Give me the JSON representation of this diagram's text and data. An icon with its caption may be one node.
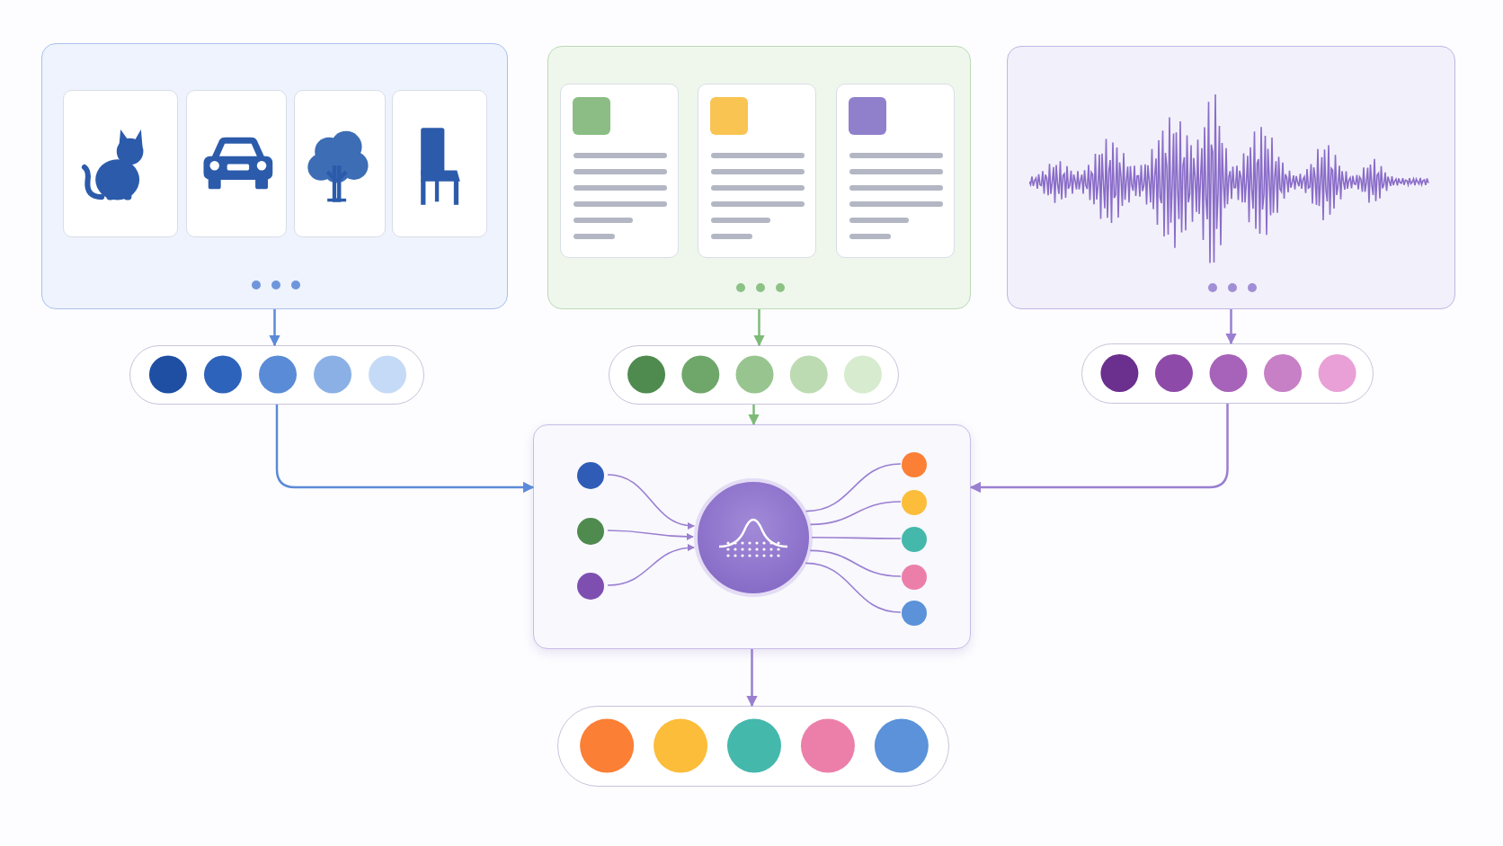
{
  "diagram": {
    "nodes": [
      {
        "text": [],
        "shape": "box"
      },
      {
        "text": [],
        "shape": "box"
      },
      {
        "text": [],
        "shape": "box"
      },
      {
        "text": [],
        "shape": "bar"
      },
      {
        "text": [],
        "shape": "bar"
      },
      {
        "text": [],
        "shape": "bar"
      },
      {
        "text": [],
        "shape": "box"
      },
      {
        "text": [],
        "shape": "circle",
        "in": 6
      },
      {
        "text": [],
        "shape": "circle",
        "in": 6
      },
      {
        "text": [],
        "shape": "circle",
        "in": 6
      },
      {
        "text": [],
        "shape": "circle",
        "in": 6
      },
      {
        "text": [],
        "shape": "circle",
        "in": 6
      },
      {
        "text": [],
        "shape": "circle",
        "in": 6
      },
      {
        "text": [],
        "shape": "circle",
        "in": 6
      },
      {
        "text": [],
        "shape": "circle",
        "in": 6
      },
      {
        "text": [],
        "shape": "circle",
        "in": 6
      },
      {
        "text": [],
        "shape": "bar"
      }
    ],
    "edges": [
      {
        "from": 0,
        "to": 3,
        "arrow": "to",
        "color": "#5b8ad8"
      },
      {
        "from": 1,
        "to": 4,
        "arrow": "to",
        "color": "#7dbb77"
      },
      {
        "from": 2,
        "to": 5,
        "arrow": "to"
      },
      {
        "from": 3,
        "to": 6,
        "arrow": "to",
        "color": "#5b8ad8"
      },
      {
        "from": 4,
        "to": 6,
        "arrow": "to",
        "color": "#7dbb77"
      },
      {
        "from": 5,
        "to": 6,
        "arrow": "to"
      },
      {
        "from": 7,
        "to": 10,
        "arrow": "to"
      },
      {
        "from": 8,
        "to": 10,
        "arrow": "to"
      },
      {
        "from": 9,
        "to": 10,
        "arrow": "to"
      },
      {
        "from": 10,
        "to": 11,
        "arrow": "none"
      },
      {
        "from": 10,
        "to": 12,
        "arrow": "none"
      },
      {
        "from": 10,
        "to": 13,
        "arrow": "none"
      },
      {
        "from": 10,
        "to": 14,
        "arrow": "none"
      },
      {
        "from": 10,
        "to": 15,
        "arrow": "none"
      },
      {
        "from": 6,
        "to": 16,
        "arrow": "to"
      }
    ]
  }
}
